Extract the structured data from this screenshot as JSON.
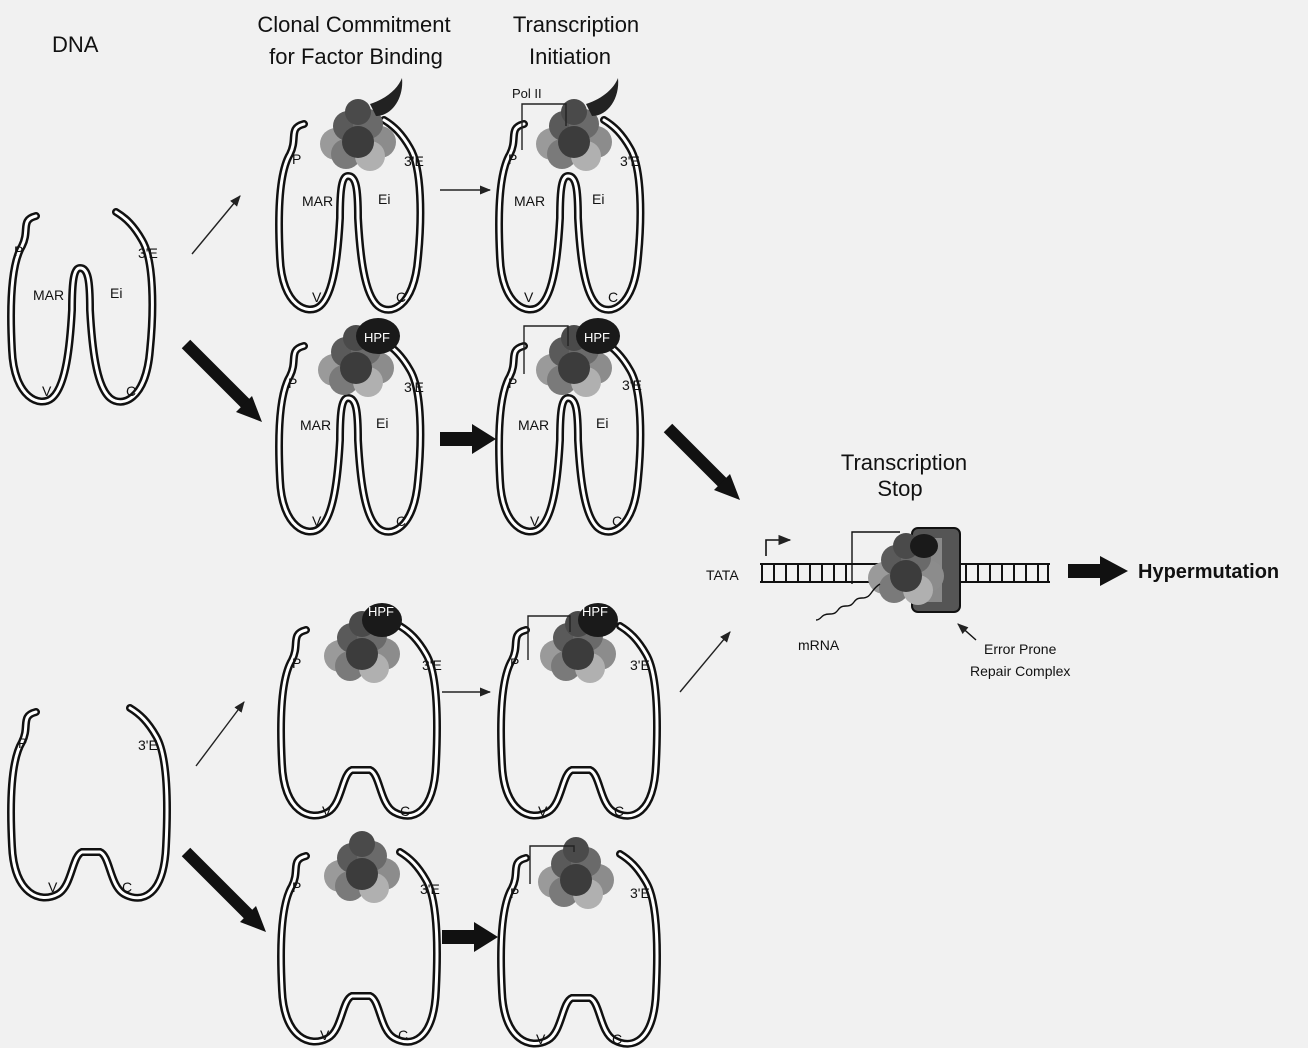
{
  "headers": {
    "dna": "DNA",
    "commit_1": "Clonal Commitment",
    "commit_2": "for Factor Binding",
    "init_1": "Transcription",
    "init_2": "Initiation",
    "stop_1": "Transcription",
    "stop_2": "Stop"
  },
  "labels": {
    "p": "P",
    "three_e": "3'E",
    "mar": "MAR",
    "ei": "Ei",
    "v": "V",
    "c": "C",
    "hpf": "HPF",
    "pol2": "Pol II",
    "tata": "TATA",
    "mrna": "mRNA",
    "repair_1": "Error Prone",
    "repair_2": "Repair Complex",
    "hypermutation": "Hypermutation"
  }
}
